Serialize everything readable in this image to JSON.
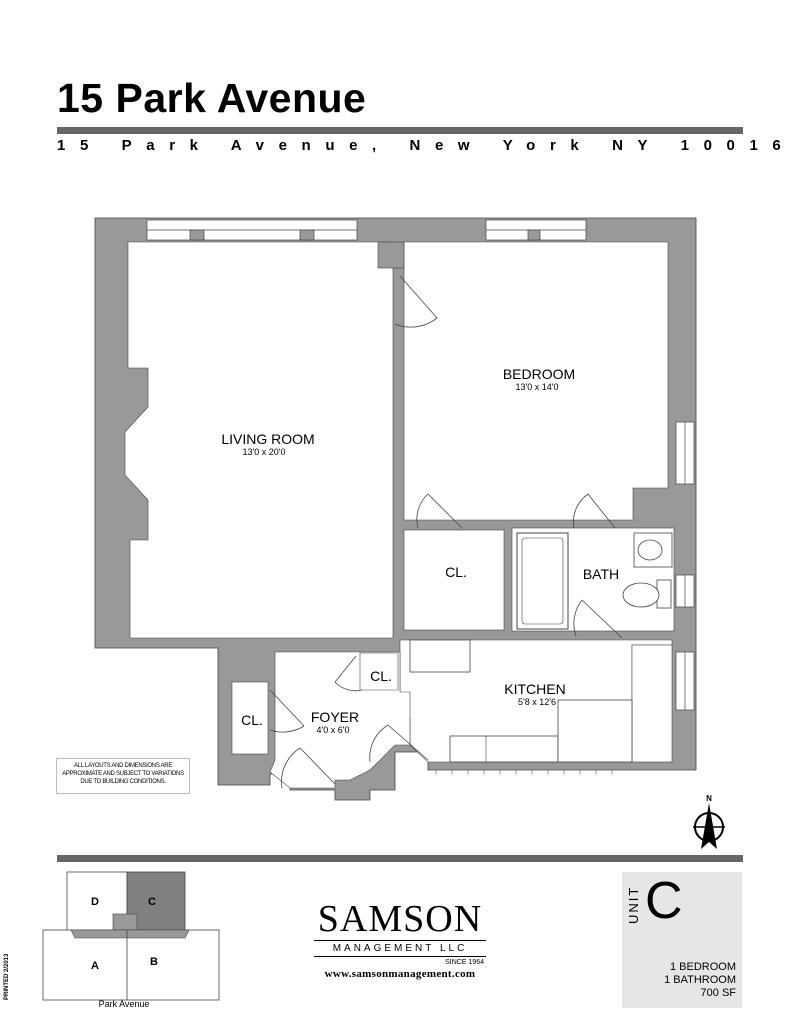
{
  "building": {
    "name": "15 Park Avenue",
    "address": "15 Park Avenue, New York NY 10016"
  },
  "rooms": {
    "living": {
      "name": "LIVING ROOM",
      "dims": "13'0 x 20'0"
    },
    "bedroom": {
      "name": "BEDROOM",
      "dims": "13'0 x 14'0"
    },
    "kitchen": {
      "name": "KITCHEN",
      "dims": "5'8 x 12'6"
    },
    "foyer": {
      "name": "FOYER",
      "dims": "4'0 x 6'0"
    },
    "bath": {
      "name": "BATH"
    },
    "closet": {
      "name": "CL."
    }
  },
  "disclaimer": "ALL LAYOUTS AND DIMENSIONS ARE APPROXIMATE AND SUBJECT TO VARIATIONS DUE TO BUILDING CONDITIONS.",
  "compass": {
    "label": "N"
  },
  "keyplan": {
    "units": [
      "A",
      "B",
      "C",
      "D"
    ],
    "street": "Park Avenue",
    "highlight": "C",
    "highlight_color": "#808080"
  },
  "printed": "PRINTED 2/2013",
  "logo": {
    "name": "SAMSON",
    "subtitle": "MANAGEMENT LLC",
    "since": "SINCE 1964",
    "url": "www.samsonmanagement.com"
  },
  "unit": {
    "label": "UNIT",
    "letter": "C",
    "bedrooms": "1 BEDROOM",
    "bathrooms": "1 BATHROOM",
    "area": "700 SF"
  },
  "colors": {
    "wall": "#999999",
    "rule": "#666666",
    "unit_panel": "#e6e6e6"
  }
}
